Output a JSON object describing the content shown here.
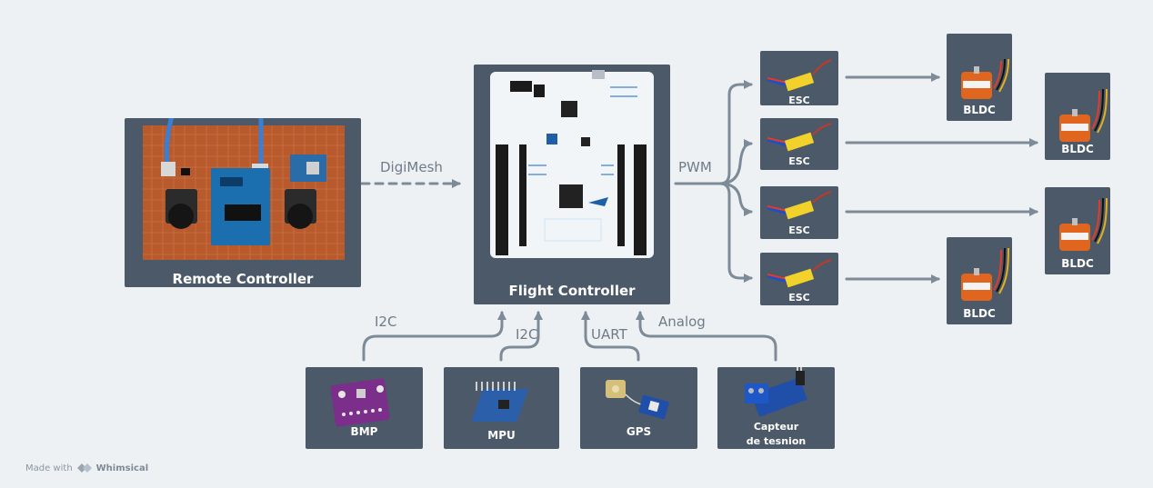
{
  "diagram": {
    "nodes": {
      "remote_controller": "Remote Controller",
      "flight_controller": "Flight Controller",
      "esc_1": "ESC",
      "esc_2": "ESC",
      "esc_3": "ESC",
      "esc_4": "ESC",
      "bldc_1": "BLDC",
      "bldc_2": "BLDC",
      "bldc_3": "BLDC",
      "bldc_4": "BLDC",
      "bmp": "BMP",
      "mpu": "MPU",
      "gps": "GPS",
      "voltage_sensor_line1": "Capteur",
      "voltage_sensor_line2": "de tesnion"
    },
    "edges": {
      "digimesh": "DigiMesh",
      "pwm": "PWM",
      "i2c_bmp": "I2C",
      "i2c_mpu": "I2C",
      "uart": "UART",
      "analog": "Analog"
    },
    "colors": {
      "node_fill": "#4c5968",
      "edge": "#7d8a98",
      "background": "#eef1f4",
      "pcb_blue": "#1f5fa8",
      "board_white": "#f2f5f8",
      "perfboard": "#b85a2c",
      "motor_orange": "#e0661f"
    }
  },
  "footer": {
    "made_with": "Made with",
    "brand": "Whimsical"
  }
}
